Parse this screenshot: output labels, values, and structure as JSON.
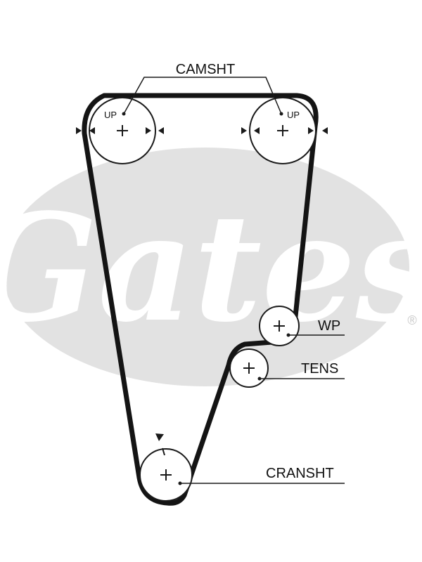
{
  "labels": {
    "camshaft": "CAMSHT",
    "up_left": "UP",
    "up_right": "UP",
    "water_pump": "WP",
    "tensioner": "TENS",
    "crankshaft": "CRANSHT"
  },
  "watermark": {
    "text": "Gates",
    "registered_mark": "®",
    "color": "#e2e2e2"
  },
  "colors": {
    "belt": "#141414",
    "line": "#1a1a1a",
    "background": "#ffffff"
  }
}
